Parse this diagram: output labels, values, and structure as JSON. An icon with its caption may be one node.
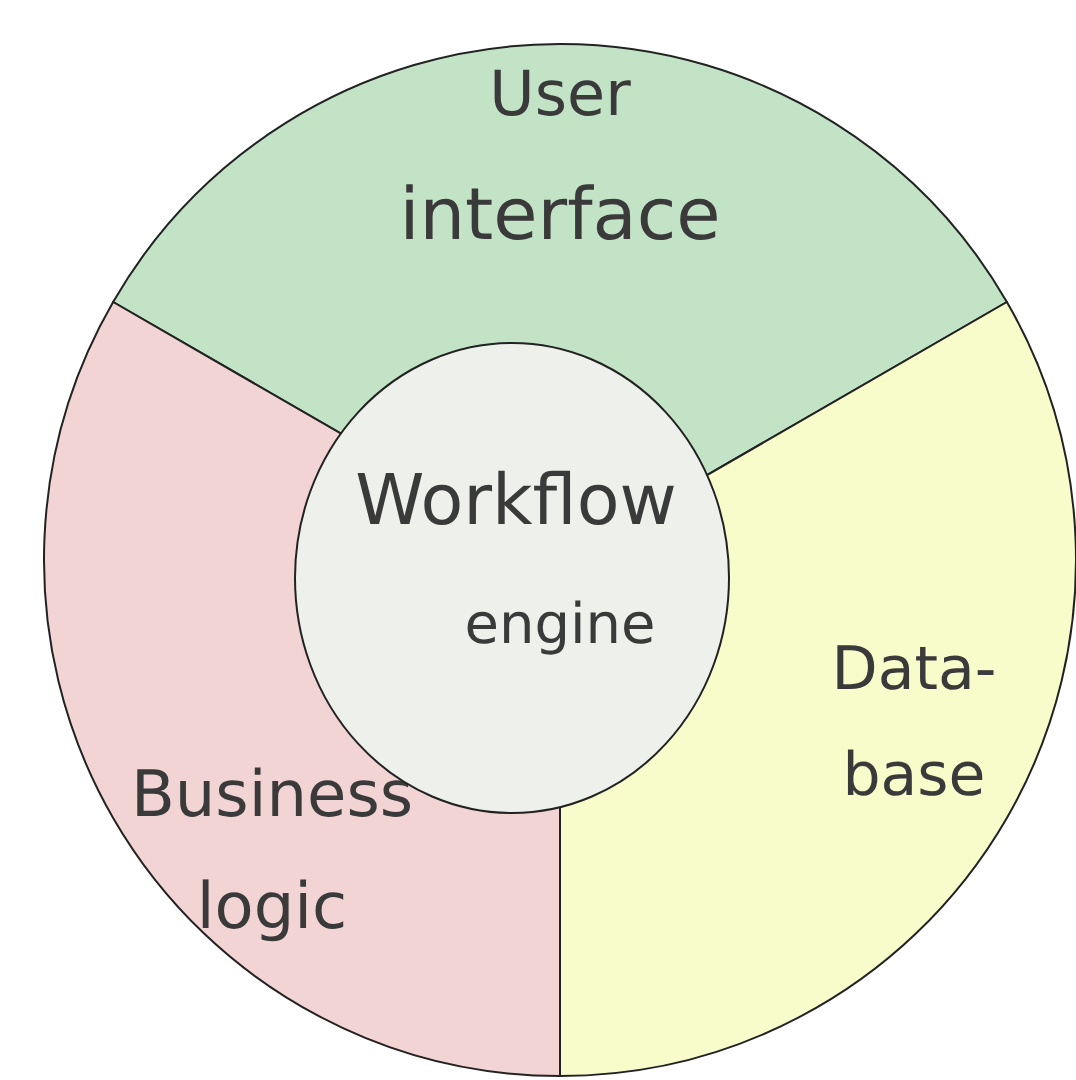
{
  "diagram": {
    "nodes": [
      {
        "text": [
          "User",
          "interface"
        ]
      },
      {
        "text": [
          "Data-base"
        ]
      },
      {
        "text": [
          "Business logic"
        ]
      },
      {
        "text": [
          "Workflow",
          "engine"
        ]
      }
    ]
  }
}
